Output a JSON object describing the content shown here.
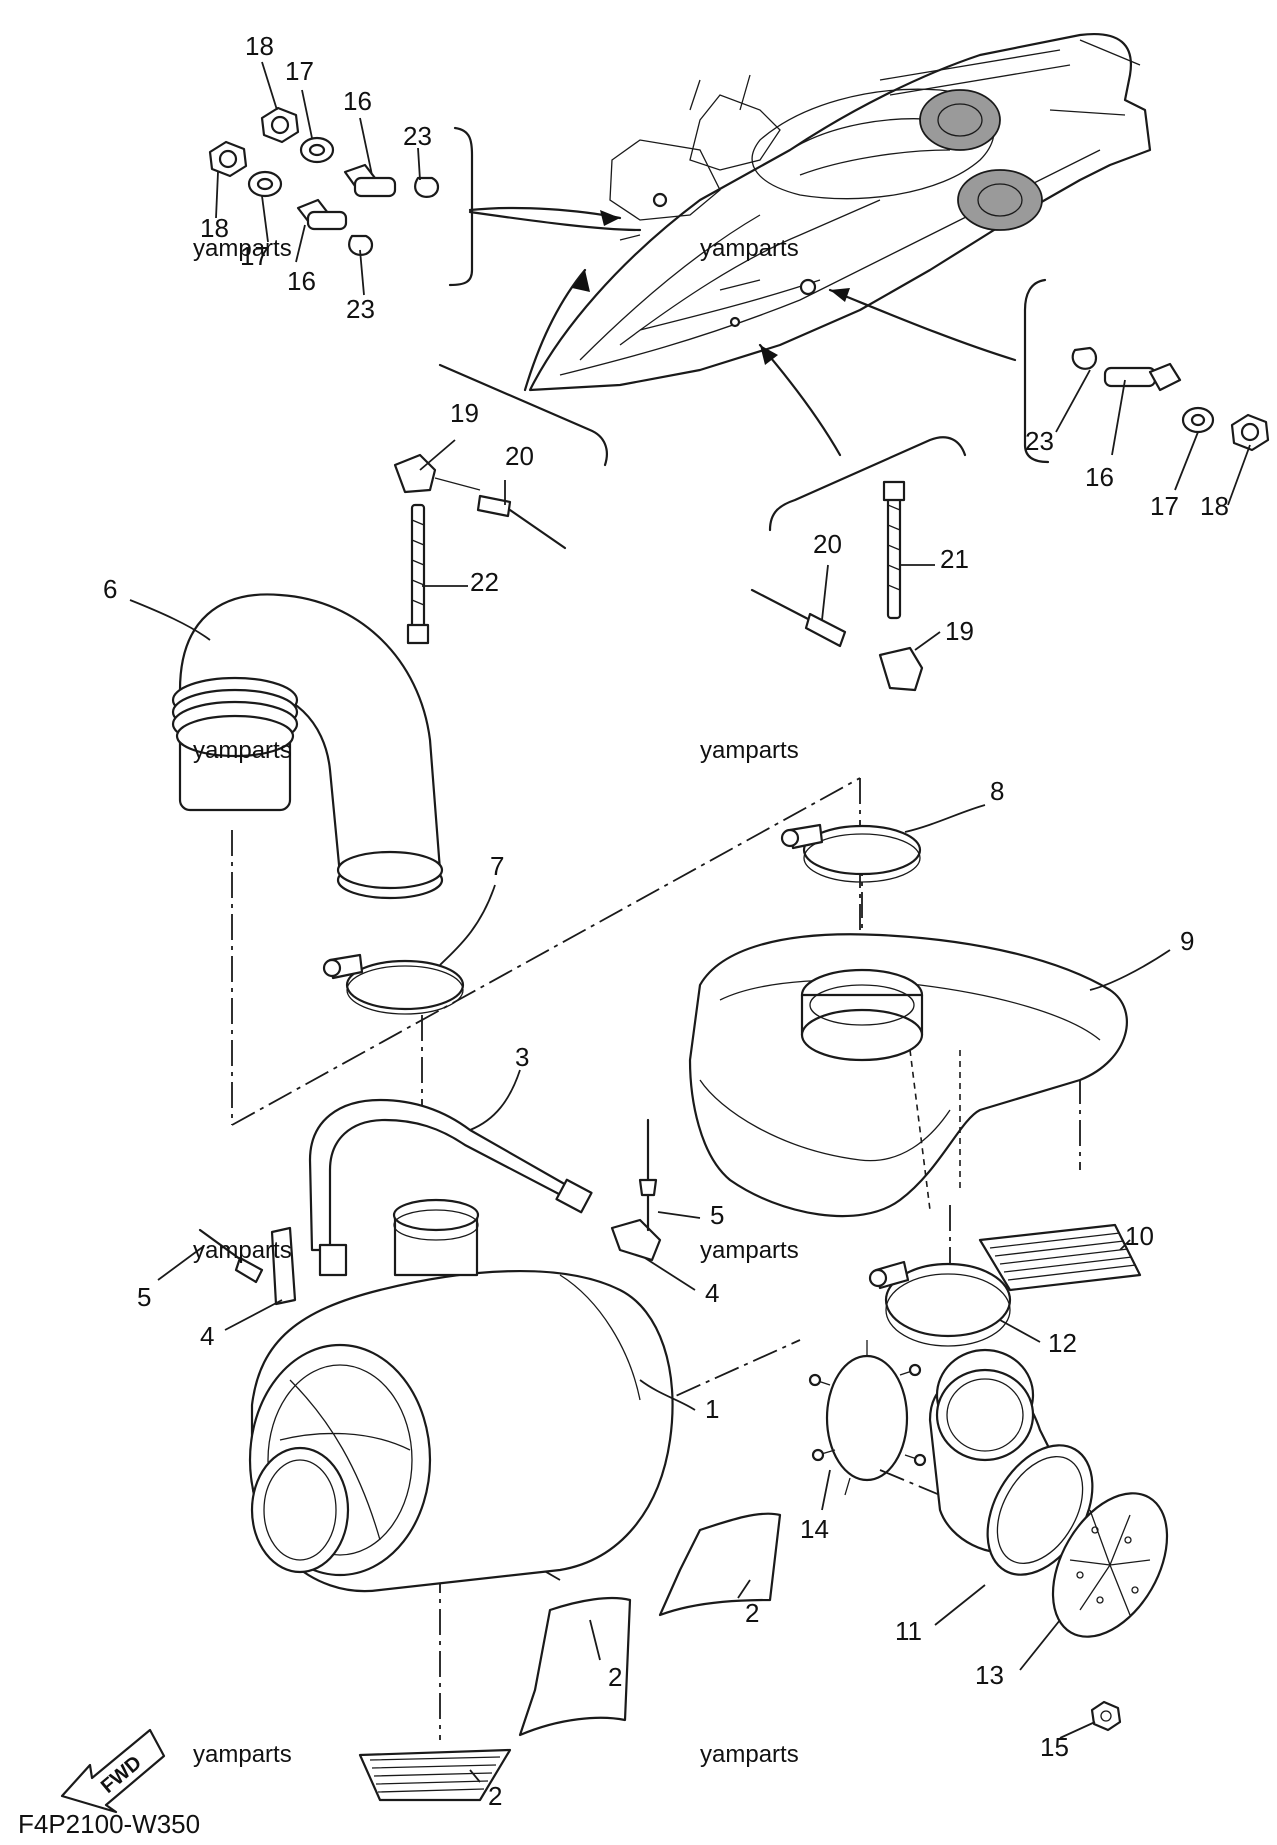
{
  "diagram_code": "F4P2100-W350",
  "fwd_label": "FWD",
  "watermark": "yamparts",
  "callouts": {
    "c1": "1",
    "c2a": "2",
    "c2b": "2",
    "c2c": "2",
    "c3": "3",
    "c4a": "4",
    "c4b": "4",
    "c5a": "5",
    "c5b": "5",
    "c6": "6",
    "c7": "7",
    "c8": "8",
    "c9": "9",
    "c10": "10",
    "c11": "11",
    "c12": "12",
    "c13": "13",
    "c14": "14",
    "c15": "15",
    "c16a": "16",
    "c16b": "16",
    "c16c": "16",
    "c17a": "17",
    "c17b": "17",
    "c17c": "17",
    "c18a": "18",
    "c18b": "18",
    "c18c": "18",
    "c19a": "19",
    "c19b": "19",
    "c20a": "20",
    "c20b": "20",
    "c21": "21",
    "c22": "22",
    "c23a": "23",
    "c23b": "23",
    "c23c": "23"
  }
}
